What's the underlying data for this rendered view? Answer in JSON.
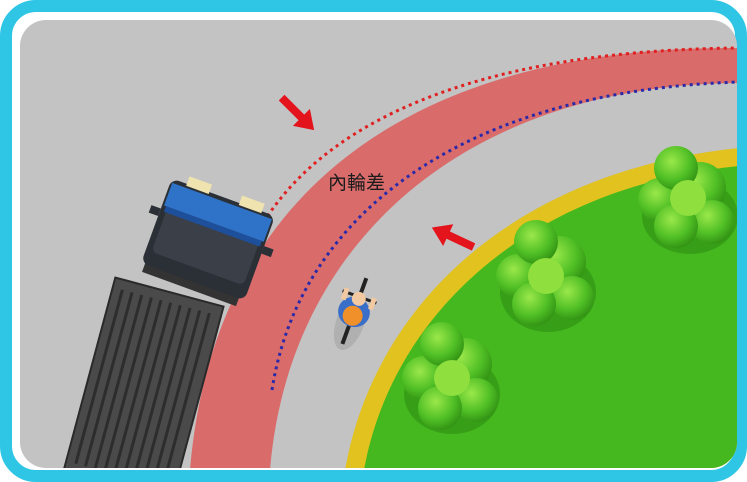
{
  "diagram": {
    "label": "內輪差",
    "colors": {
      "frame": "#2ec6e4",
      "road": "#c3c3c3",
      "inner_difference_zone": "#d96b6b",
      "outer_track_line": "#e02020",
      "inner_track_line": "#2a2aa8",
      "curb": "#e1c21e",
      "grass": "#44b81e",
      "arrow": "#e3141c",
      "truck_cab": "#2b2f36",
      "truck_windshield": "#2f73c9",
      "cyclist_backpack": "#f0902a"
    },
    "elements": [
      "truck",
      "cyclist",
      "arrow",
      "arrow",
      "bush",
      "bush",
      "bush"
    ]
  }
}
